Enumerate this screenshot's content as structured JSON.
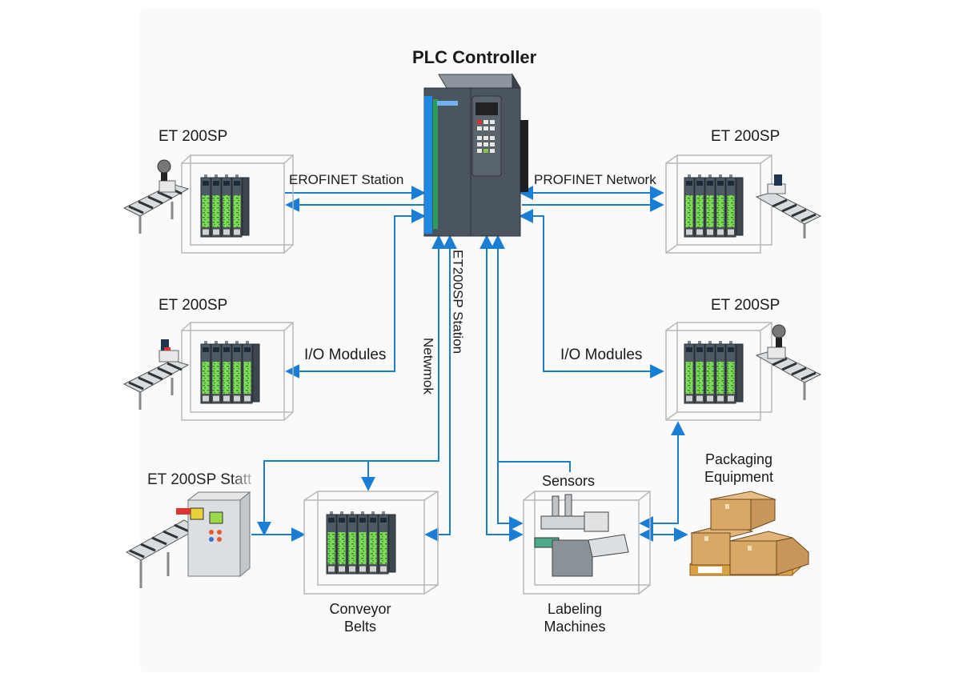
{
  "title": "PLC Controller",
  "colors": {
    "connector": "#1a7fd4",
    "plc_body": "#4a5560",
    "plc_accent": "#1e88e5",
    "module_green": "#7ed957",
    "module_body": "#4d5963",
    "box_edge": "#b8b8b8",
    "cardboard": "#d9a866",
    "pallet": "#e6b65a"
  },
  "nodes": {
    "plc": {
      "label": "PLC Controller",
      "icon": "plc-cabinet-icon"
    },
    "et_top_left": {
      "label": "ET 200SP",
      "modules": 4,
      "icon": "io-module-rack-icon",
      "attached": "conveyor-with-beacon-icon"
    },
    "et_top_right": {
      "label": "ET 200SP",
      "modules": 5,
      "icon": "io-module-rack-icon",
      "attached": "conveyor-with-scanner-icon"
    },
    "et_mid_left": {
      "label": "ET 200SP",
      "modules": 5,
      "icon": "io-module-rack-icon",
      "attached": "conveyor-with-scanner-icon"
    },
    "et_mid_right": {
      "label": "ET 200SP",
      "modules": 5,
      "icon": "io-module-rack-icon",
      "attached": "conveyor-with-beacon-icon"
    },
    "et_station": {
      "label": "ET 200SP Statt",
      "icon": "control-cabinet-conveyor-icon"
    },
    "conveyor": {
      "label_line1": "Conveyor",
      "label_line2": "Belts",
      "modules": 6,
      "icon": "io-module-rack-icon"
    },
    "labeling": {
      "label_line1": "Labeling",
      "label_line2": "Machines",
      "icon": "labeling-machine-icon"
    },
    "packaging": {
      "label_line1": "Packaging",
      "label_line2": "Equipment",
      "icon": "boxes-on-pallet-icon"
    }
  },
  "connections": {
    "erofinet": "EROFINET Station",
    "profinet": "PROFINET Network",
    "io_left": "I/O Modules",
    "io_right": "I/O Modules",
    "et_station_vertical": "ET200SP Station",
    "network_vertical": "Netwmok",
    "sensors": "Sensors"
  }
}
